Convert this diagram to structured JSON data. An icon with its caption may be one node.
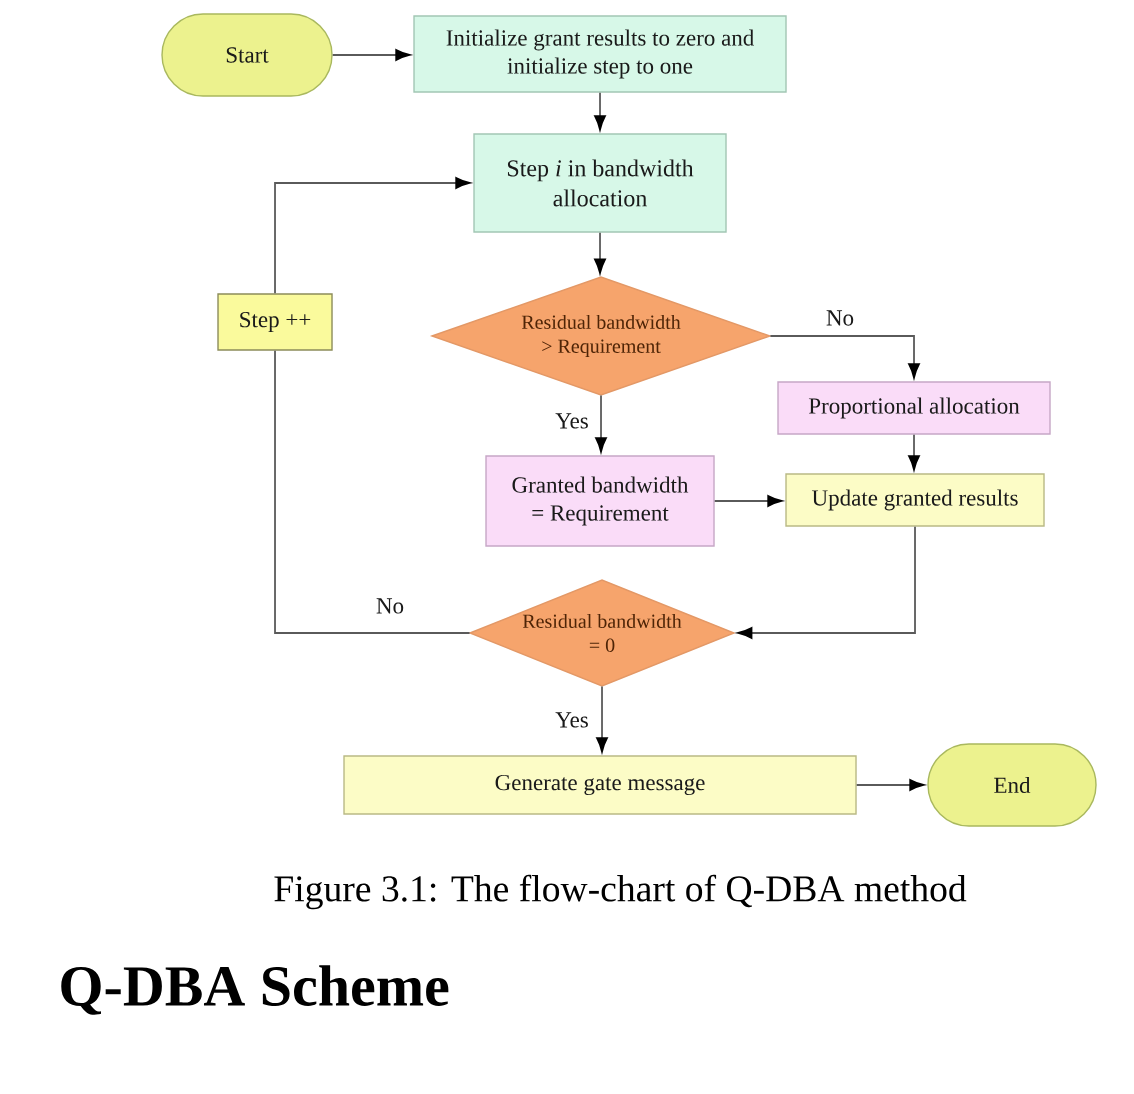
{
  "diagram": {
    "caption": "Figure 3.1: The flow-chart of Q-DBA method",
    "nodes": [
      {
        "text": [
          "Start"
        ]
      },
      {
        "text": [
          "Initialize grant results to zero and initialize step to one"
        ]
      },
      {
        "text": [
          "Step *i* in bandwidth allocation"
        ]
      },
      {
        "text": [
          "Step ++"
        ]
      },
      {
        "text": [
          "Residual bandwidth > Requirement"
        ]
      },
      {
        "text": [
          "Proportional allocation"
        ]
      },
      {
        "text": [
          "Granted bandwidth = Requirement"
        ]
      },
      {
        "text": [
          "Update granted results"
        ]
      },
      {
        "text": [
          "Residual bandwidth = 0"
        ]
      },
      {
        "text": [
          "Generate gate message"
        ]
      },
      {
        "text": [
          "End"
        ]
      }
    ],
    "edges": [
      {
        "from": 0,
        "to": 1,
        "arrow": "to"
      },
      {
        "from": 1,
        "to": 2,
        "arrow": "to"
      },
      {
        "from": 2,
        "to": 4,
        "arrow": "to"
      },
      {
        "from": 4,
        "to": 5,
        "arrow": "to",
        "label": "No"
      },
      {
        "from": 4,
        "to": 6,
        "arrow": "to",
        "label": "Yes"
      },
      {
        "from": 5,
        "to": 7,
        "arrow": "to"
      },
      {
        "from": 6,
        "to": 7,
        "arrow": "to"
      },
      {
        "from": 7,
        "to": 8,
        "arrow": "to"
      },
      {
        "from": 8,
        "to": 3,
        "arrow": "none",
        "label": "No"
      },
      {
        "from": 3,
        "to": 2,
        "arrow": "to"
      },
      {
        "from": 8,
        "to": 9,
        "arrow": "to",
        "label": "Yes"
      },
      {
        "from": 9,
        "to": 10,
        "arrow": "to"
      }
    ],
    "labels": [
      "Q-DBA Scheme"
    ]
  }
}
